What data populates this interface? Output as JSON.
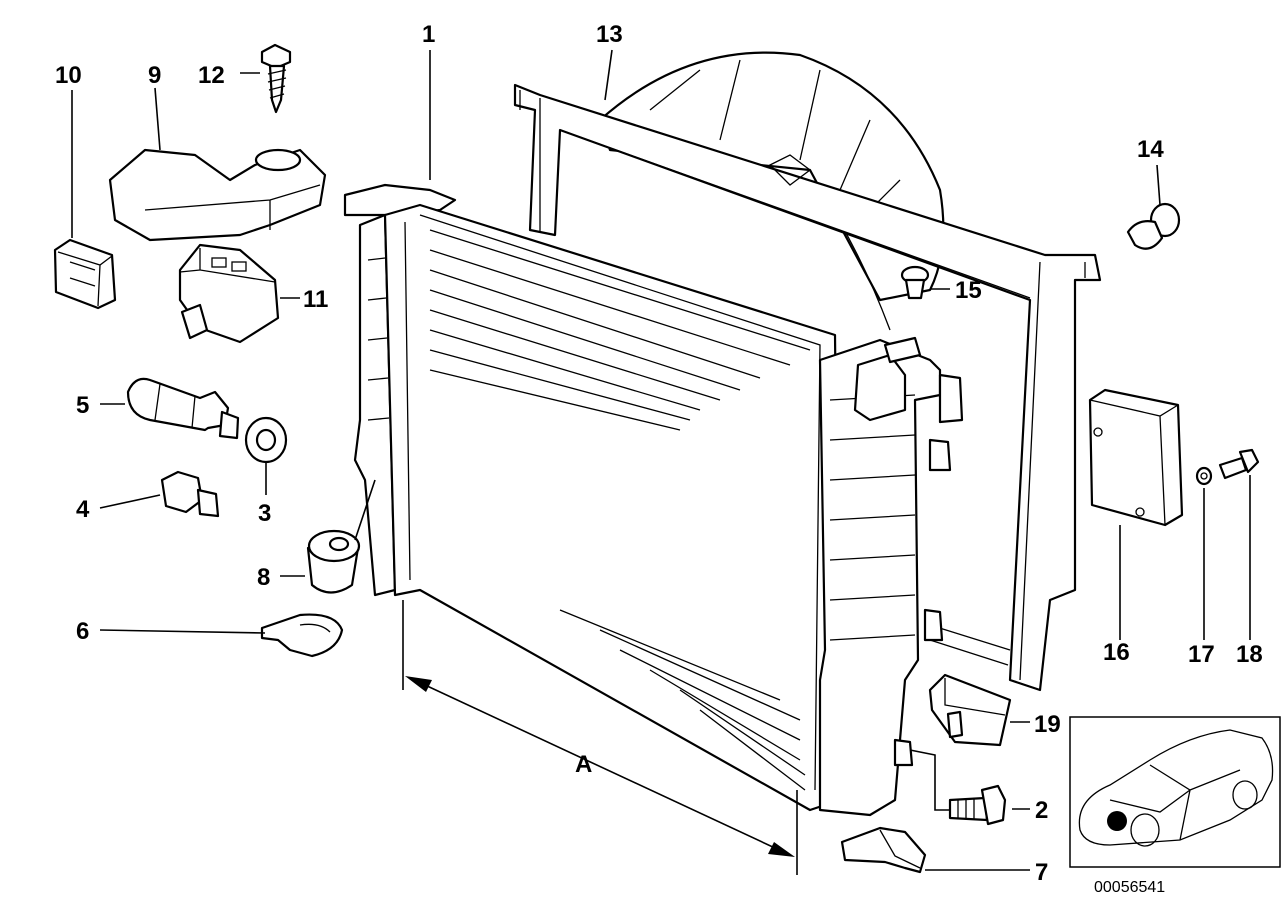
{
  "diagram": {
    "labels": {
      "p1": "1",
      "p2": "2",
      "p3": "3",
      "p4": "4",
      "p5": "5",
      "p6": "6",
      "p7": "7",
      "p8": "8",
      "p9": "9",
      "p10": "10",
      "p11": "11",
      "p12": "12",
      "p13": "13",
      "p14": "14",
      "p15": "15",
      "p16": "16",
      "p17": "17",
      "p18": "18",
      "p19": "19",
      "dim": "A"
    },
    "reference_number": "00056541"
  }
}
